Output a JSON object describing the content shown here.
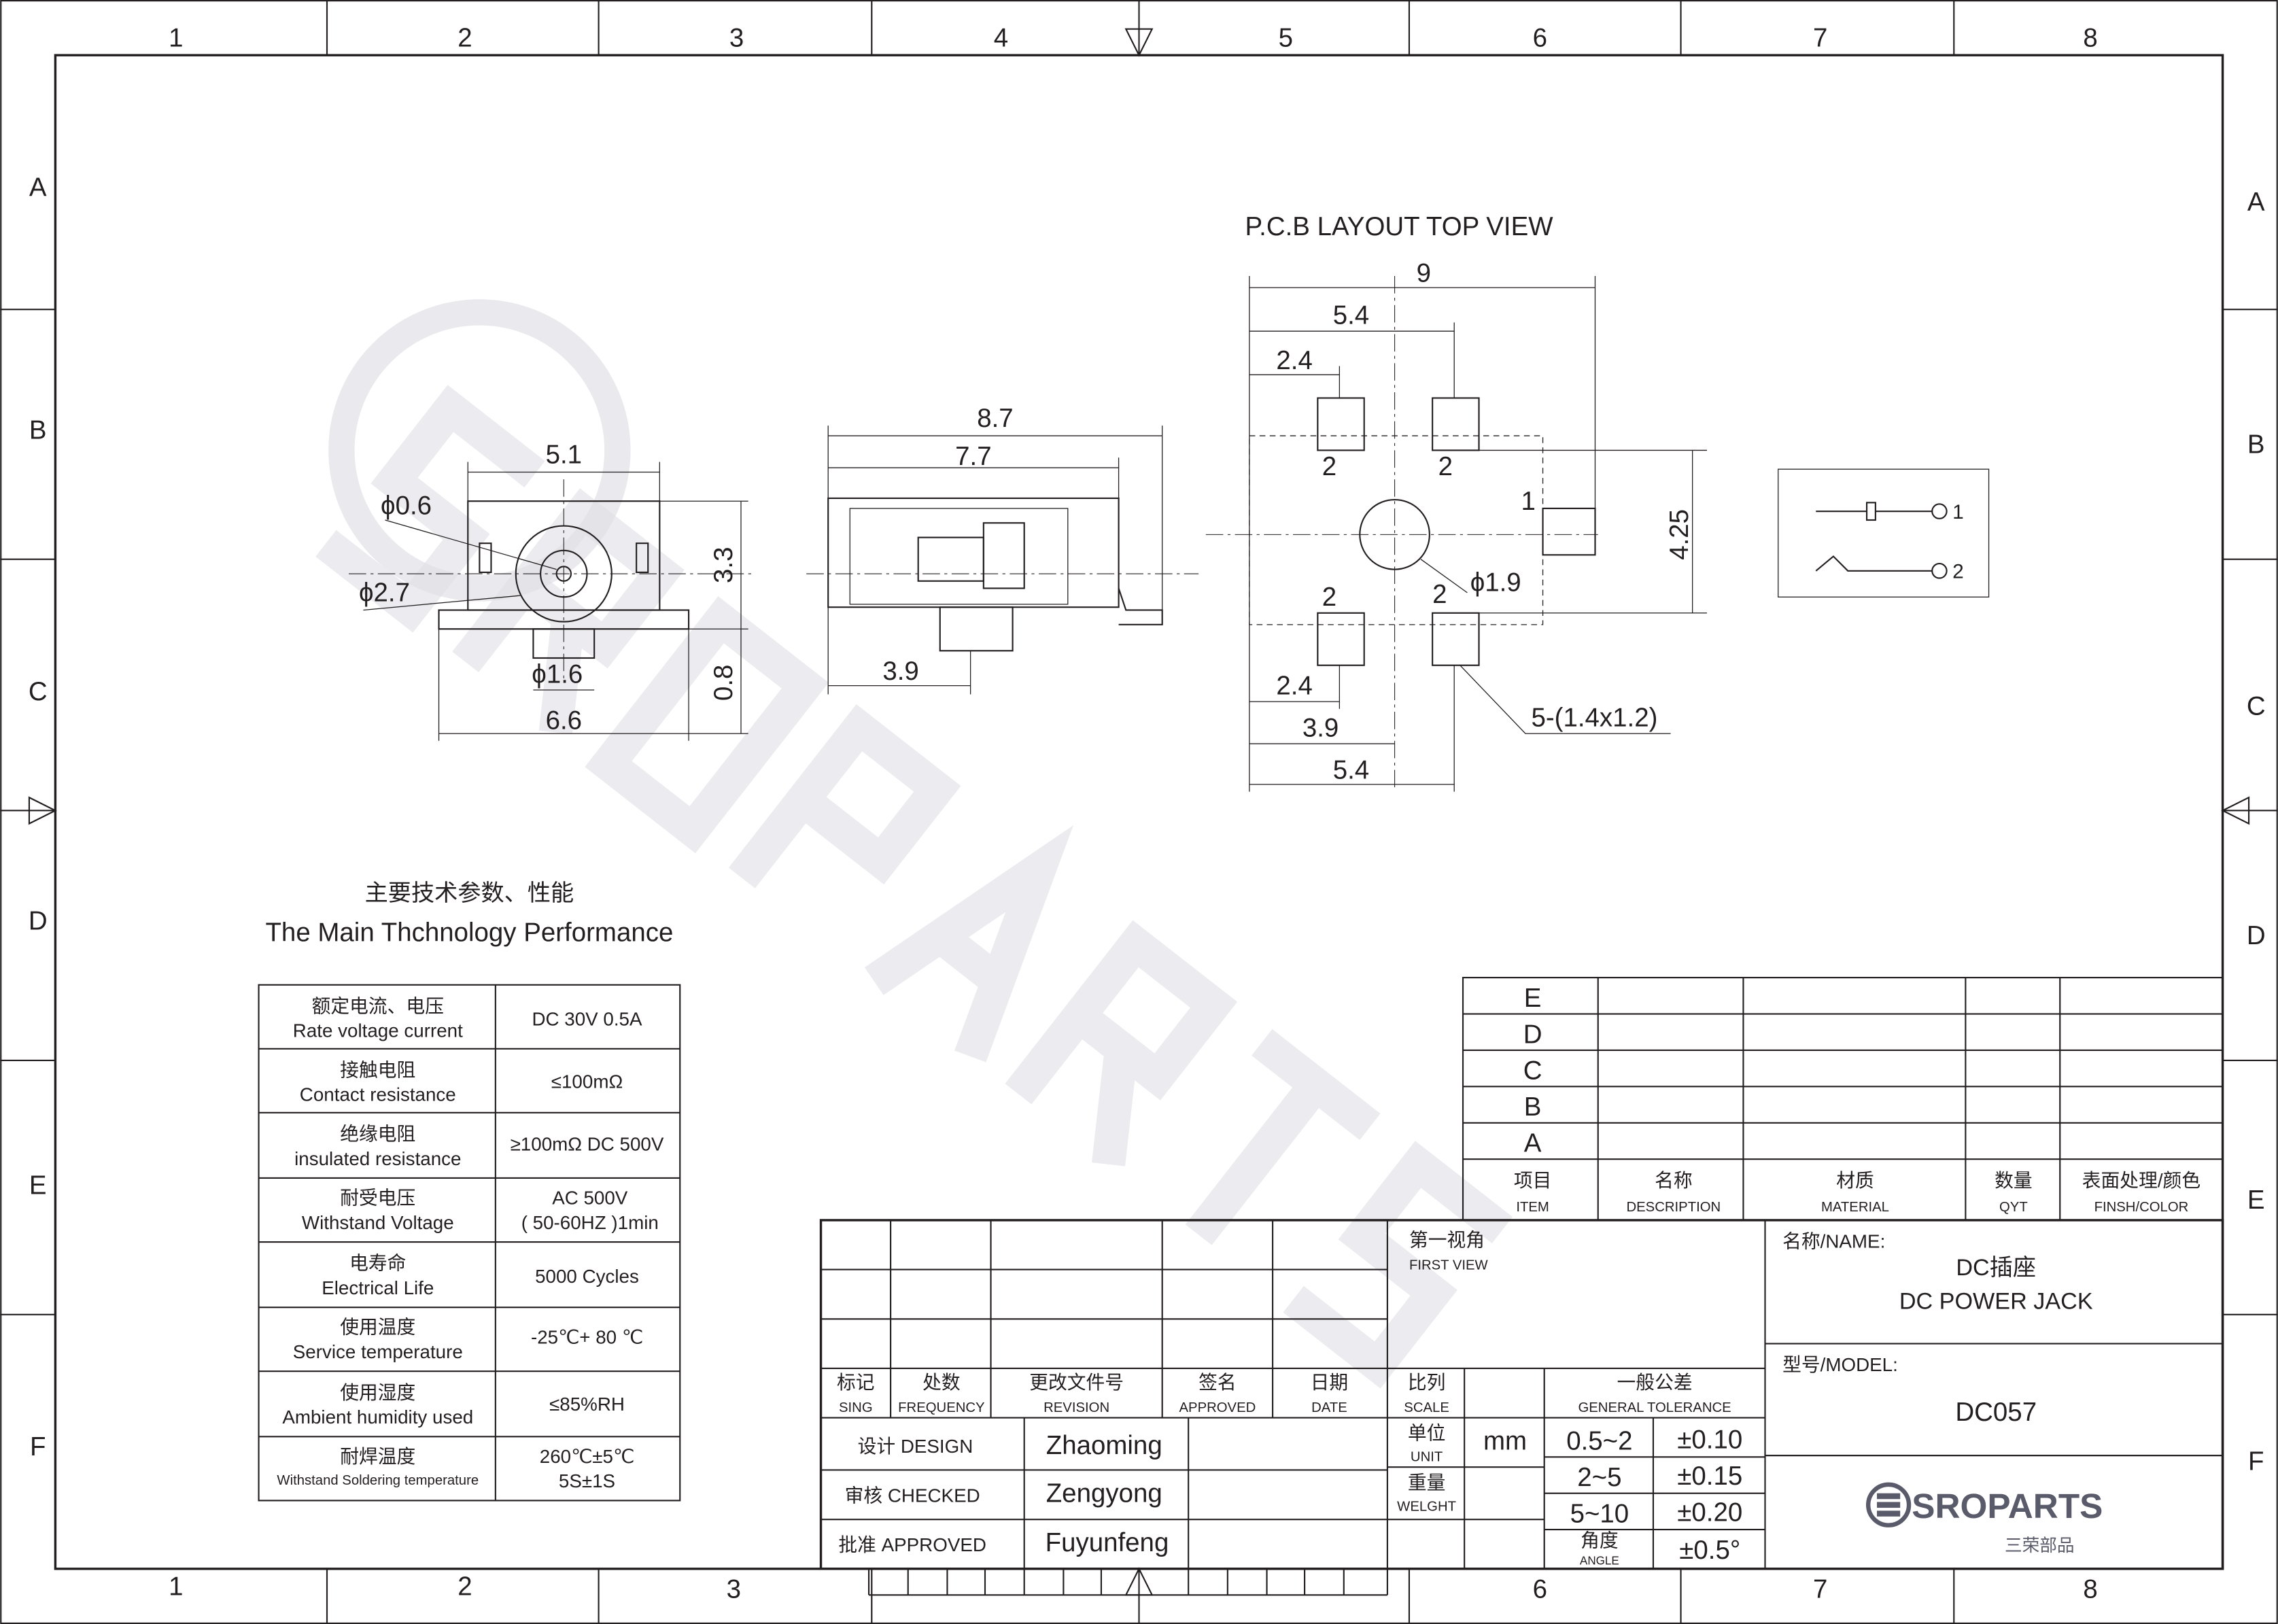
{
  "frame": {
    "columns": [
      "1",
      "2",
      "3",
      "4",
      "5",
      "6",
      "7",
      "8"
    ],
    "rows": [
      "A",
      "B",
      "C",
      "D",
      "E",
      "F"
    ]
  },
  "watermark": "SROPARTS",
  "pcb_view": {
    "title": "P.C.B LAYOUT TOP VIEW",
    "dims": {
      "d9": "9",
      "d54top": "5.4",
      "d24top": "2.4",
      "d425": "4.25",
      "d24bot": "2.4",
      "d39": "3.9",
      "d54bot": "5.4"
    },
    "hole": "ϕ1.9",
    "pad_note": "5-(1.4x1.2)",
    "pin_labels": [
      "2",
      "2",
      "1",
      "2",
      "2"
    ]
  },
  "front_view": {
    "d51": "5.1",
    "d06": "ϕ0.6",
    "d27": "ϕ2.7",
    "d16": "ϕ1.6",
    "d66": "6.6",
    "d33": "3.3",
    "d08": "0.8"
  },
  "side_view": {
    "d87": "8.7",
    "d77": "7.7",
    "d39": "3.9"
  },
  "schematic": {
    "pin1": "1",
    "pin2": "2"
  },
  "spec": {
    "title_cn": "主要技术参数、性能",
    "title_en": "The Main Thchnology Performance",
    "rows": [
      {
        "cn": "额定电流、电压",
        "en": "Rate voltage current",
        "value": "DC 30V   0.5A",
        "value2": ""
      },
      {
        "cn": "接触电阻",
        "en": "Contact resistance",
        "value": "≤100mΩ",
        "value2": ""
      },
      {
        "cn": "绝缘电阻",
        "en": "insulated resistance",
        "value": "≥100mΩ DC 500V",
        "value2": ""
      },
      {
        "cn": "耐受电压",
        "en": "Withstand Voltage",
        "value": "AC 500V",
        "value2": "( 50-60HZ )1min"
      },
      {
        "cn": "电寿命",
        "en": "Electrical Life",
        "value": "5000 Cycles",
        "value2": ""
      },
      {
        "cn": "使用温度",
        "en": "Service temperature",
        "value": "-25℃+ 80 ℃",
        "value2": ""
      },
      {
        "cn": "使用湿度",
        "en": "Ambient humidity used",
        "value": "≤85%RH",
        "value2": ""
      },
      {
        "cn": "耐焊温度",
        "en": "Withstand Soldering temperature",
        "value": "260℃±5℃",
        "value2": "5S±1S"
      }
    ]
  },
  "parts_list": {
    "rows": [
      "E",
      "D",
      "C",
      "B",
      "A"
    ],
    "headers": [
      {
        "cn": "项目",
        "en": "ITEM"
      },
      {
        "cn": "名称",
        "en": "DESCRIPTION"
      },
      {
        "cn": "材质",
        "en": "MATERIAL"
      },
      {
        "cn": "数量",
        "en": "QYT"
      },
      {
        "cn": "表面处理/颜色",
        "en": "FINSH/COLOR"
      }
    ]
  },
  "title_block": {
    "rev_headers": [
      {
        "cn": "标记",
        "en": "SING"
      },
      {
        "cn": "处数",
        "en": "FREQUENCY"
      },
      {
        "cn": "更改文件号",
        "en": "REVISION"
      },
      {
        "cn": "签名",
        "en": "APPROVED"
      },
      {
        "cn": "日期",
        "en": "DATE"
      }
    ],
    "first_view_cn": "第一视角",
    "first_view_en": "FIRST VIEW",
    "people": [
      {
        "role": "设计 DESIGN",
        "name": "Zhaoming"
      },
      {
        "role": "审核 CHECKED",
        "name": "Zengyong"
      },
      {
        "role": "批准 APPROVED",
        "name": "Fuyunfeng"
      }
    ],
    "scale_cn": "比列",
    "scale_en": "SCALE",
    "unit_cn": "单位",
    "unit_en": "UNIT",
    "unit_value": "mm",
    "weight_cn": "重量",
    "weight_en": "WELGHT",
    "tolerance_cn": "一般公差",
    "tolerance_en": "GENERAL TOLERANCE",
    "tolerances": [
      {
        "range": "0.5~2",
        "tol": "±0.10"
      },
      {
        "range": "2~5",
        "tol": "±0.15"
      },
      {
        "range": "5~10",
        "tol": "±0.20"
      }
    ],
    "angle_cn": "角度",
    "angle_en": "ANGLE",
    "angle_tol": "±0.5°",
    "name_label": "名称/NAME:",
    "name_cn": "DC插座",
    "name_en": "DC POWER JACK",
    "model_label": "型号/MODEL:",
    "model": "DC057",
    "logo_text": "SROPARTS",
    "logo_cn": "三荣部品"
  }
}
